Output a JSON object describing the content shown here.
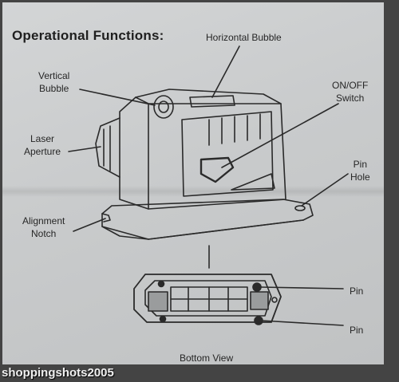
{
  "title": "Operational Functions:",
  "labels": {
    "horizontal_bubble": "Horizontal Bubble",
    "vertical_bubble": [
      "Vertical",
      "Bubble"
    ],
    "on_off_switch": [
      "ON/OFF",
      "Switch"
    ],
    "laser_aperture": [
      "Laser",
      "Aperture"
    ],
    "pin_hole": [
      "Pin",
      "Hole"
    ],
    "alignment_notch": [
      "Alignment",
      "Notch"
    ],
    "pin_top": "Pin",
    "pin_bottom": "Pin",
    "bottom_view": "Bottom View"
  },
  "watermark": "shoppingshots2005",
  "colors": {
    "paper": "#c9cbcc",
    "ink": "#262626"
  }
}
